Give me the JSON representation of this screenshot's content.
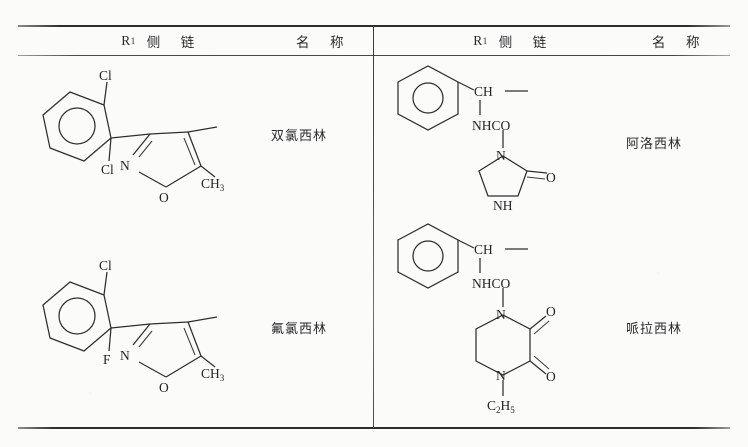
{
  "table": {
    "columns": [
      {
        "r1_header": "R₁ 侧 链",
        "name_header": "名 称"
      },
      {
        "r1_header": "R₁ 侧 链",
        "name_header": "名 称"
      }
    ],
    "header_left_r1": "R",
    "header_left_r1_sub": "1",
    "header_left_r1_text": "侧",
    "header_left_chain": "链",
    "header_name_a": "名",
    "header_name_b": "称"
  },
  "rows": [
    {
      "id": "dicloxacillin",
      "name": "双氯西林",
      "column": "left",
      "structure": {
        "core": "3-(2,6-dichlorophenyl)-5-methylisoxazol-4-yl",
        "atoms": [
          "Cl",
          "Cl",
          "N",
          "O",
          "CH₃"
        ],
        "labels": [
          {
            "text": "Cl",
            "role": "substituent-top"
          },
          {
            "text": "Cl",
            "role": "substituent-bottom"
          },
          {
            "text": "N",
            "role": "ring-nitrogen"
          },
          {
            "text": "O",
            "role": "ring-oxygen"
          },
          {
            "text": "CH",
            "sub": "3",
            "role": "methyl"
          }
        ]
      }
    },
    {
      "id": "flucloxacillin",
      "name": "氟氯西林",
      "column": "left",
      "structure": {
        "core": "3-(2-chloro-6-fluorophenyl)-5-methylisoxazol-4-yl",
        "atoms": [
          "Cl",
          "F",
          "N",
          "O",
          "CH₃"
        ],
        "labels": [
          {
            "text": "Cl",
            "role": "substituent-top"
          },
          {
            "text": "F",
            "role": "substituent-bottom"
          },
          {
            "text": "N",
            "role": "ring-nitrogen"
          },
          {
            "text": "O",
            "role": "ring-oxygen"
          },
          {
            "text": "CH",
            "sub": "3",
            "role": "methyl"
          }
        ]
      }
    },
    {
      "id": "azlocillin",
      "name": "阿洛西林",
      "column": "right",
      "structure": {
        "core": "phenyl-CH-NHCO-imidazolidin-2-one",
        "atoms": [
          "CH",
          "NHCO",
          "N",
          "O",
          "NH"
        ],
        "labels": [
          {
            "text": "CH",
            "role": "methine"
          },
          {
            "text": "NHCO",
            "role": "amide"
          },
          {
            "text": "N",
            "role": "ring-nitrogen-1"
          },
          {
            "text": "O",
            "role": "carbonyl-oxygen"
          },
          {
            "text": "NH",
            "role": "ring-nitrogen-3"
          }
        ]
      }
    },
    {
      "id": "piperacillin",
      "name": "哌拉西林",
      "column": "right",
      "structure": {
        "core": "phenyl-CH-NHCO-4-ethyl-2,3-dioxopiperazin-1-yl",
        "atoms": [
          "CH",
          "NHCO",
          "N",
          "O",
          "O",
          "N",
          "C₂H₅"
        ],
        "labels": [
          {
            "text": "CH",
            "role": "methine"
          },
          {
            "text": "NHCO",
            "role": "amide"
          },
          {
            "text": "N",
            "role": "ring-nitrogen-1"
          },
          {
            "text": "O",
            "role": "carbonyl-oxygen-upper"
          },
          {
            "text": "O",
            "role": "carbonyl-oxygen-lower"
          },
          {
            "text": "N",
            "role": "ring-nitrogen-4"
          },
          {
            "text": "C",
            "sub": "2",
            "text2": "H",
            "sub2": "5",
            "role": "ethyl"
          }
        ]
      }
    }
  ],
  "colors": {
    "ink": "#2e2e2e",
    "paper": "#fbfbfa",
    "rule": "#3a3a3a"
  }
}
